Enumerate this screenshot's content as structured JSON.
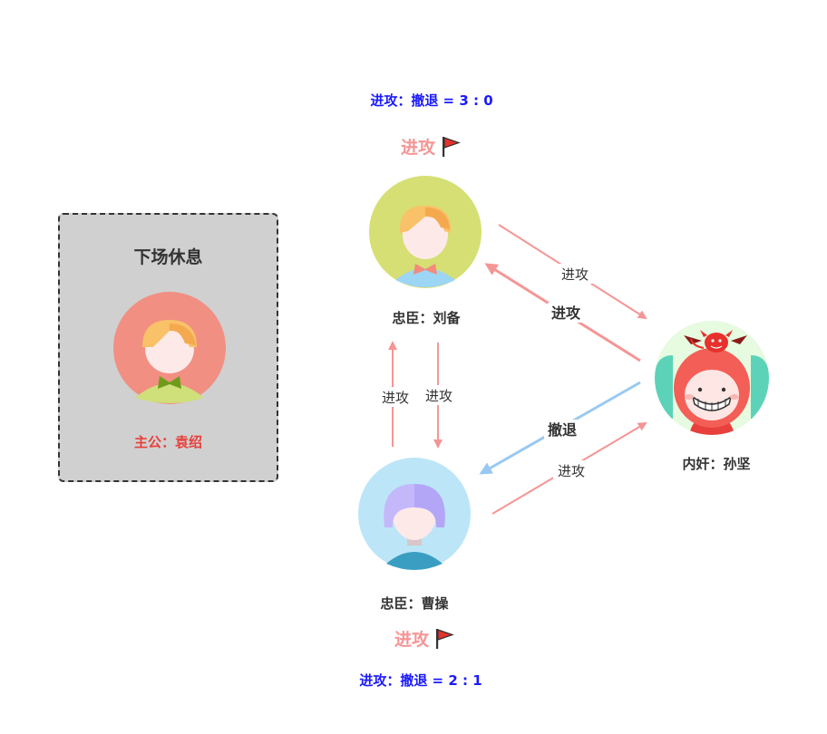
{
  "bench": {
    "title": "下场休息",
    "lord_name": "主公：袁绍"
  },
  "players": {
    "liubei": {
      "name": "忠臣：刘备",
      "status": "进攻",
      "score": "进攻：撤退 = 3 : 0"
    },
    "caocao": {
      "name": "忠臣：曹操",
      "status": "进攻",
      "score": "进攻：撤退 = 2 : 1"
    },
    "sunjian": {
      "name": "内奸：孙坚"
    }
  },
  "edges": {
    "liubei_to_sunjian": "进攻",
    "sunjian_to_liubei": "进攻",
    "caocao_to_liubei": "进攻",
    "liubei_to_caocao": "进攻",
    "sunjian_to_caocao": "撤退",
    "caocao_to_sunjian": "进攻"
  },
  "colors": {
    "attack_arrow": "#f59595",
    "retreat_arrow": "#99c9f2",
    "score_text": "#1a1aff",
    "lord_text": "#e8413c"
  },
  "icons": {
    "status_flag": "red-flag-icon"
  }
}
